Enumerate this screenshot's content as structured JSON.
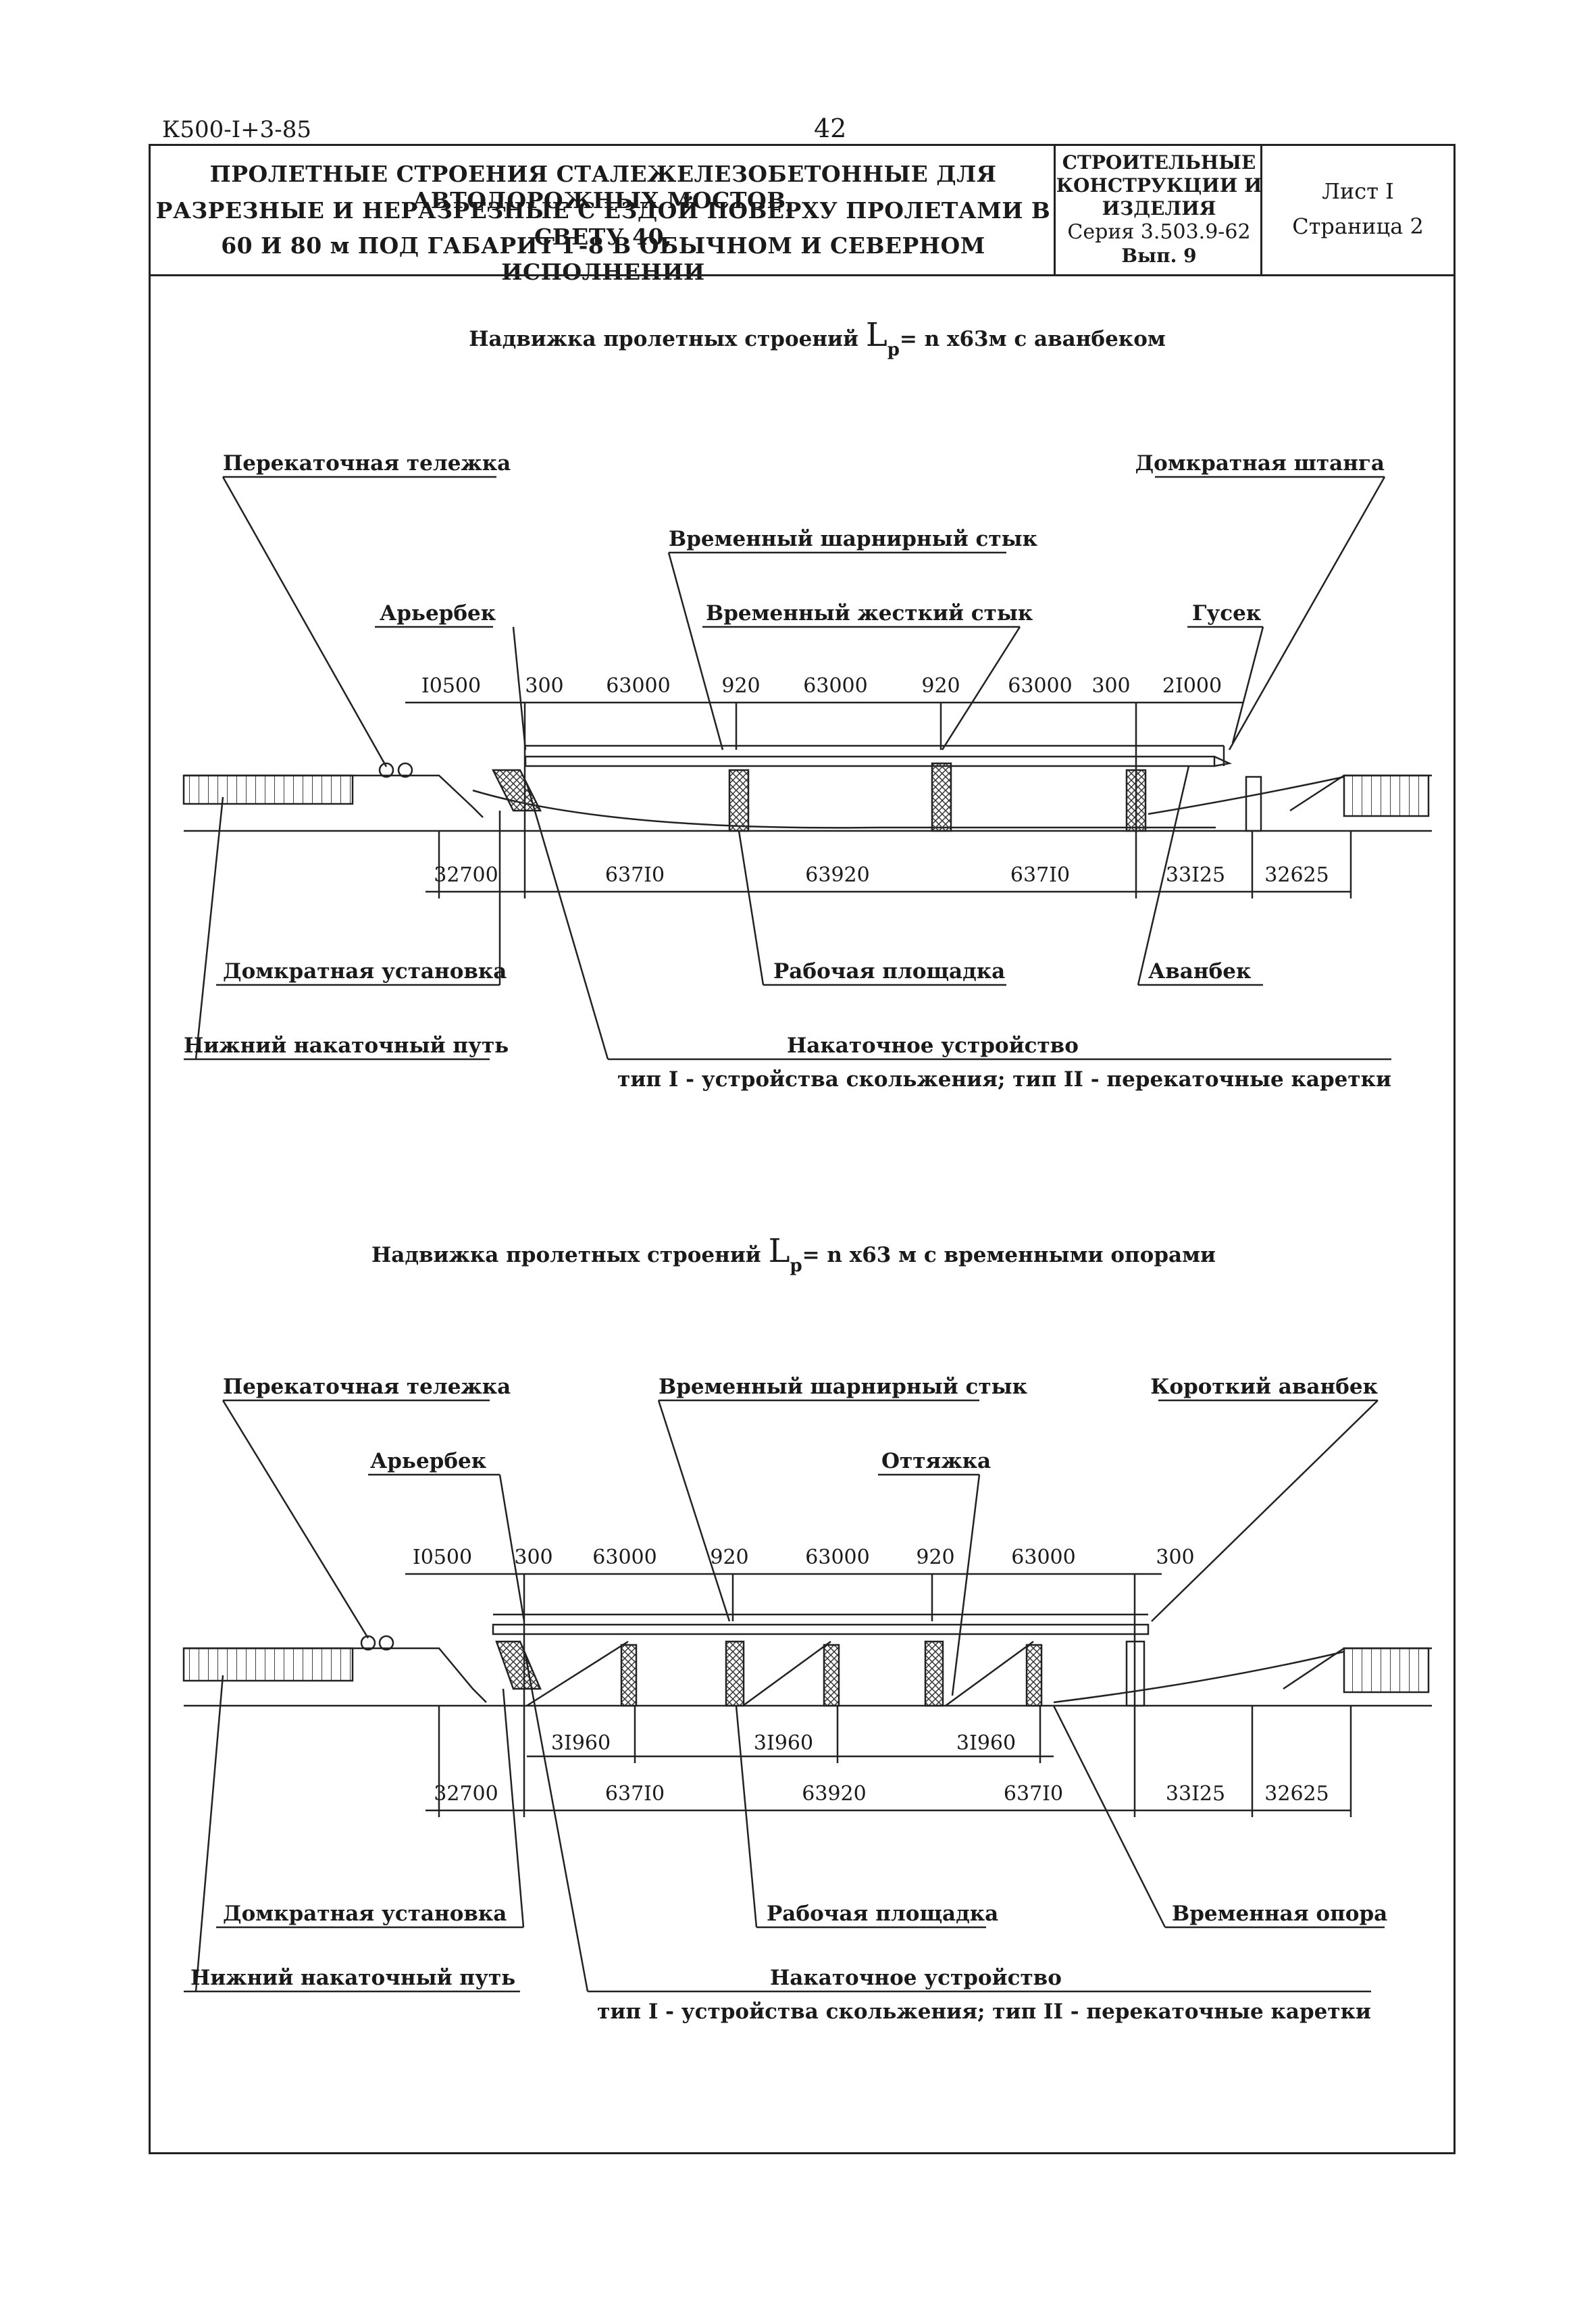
{
  "header": {
    "code": "К500-I+3-85",
    "page_number": "42"
  },
  "title_block": {
    "title_lines": [
      "ПРОЛЕТНЫЕ СТРОЕНИЯ СТАЛЕЖЕЛЕЗОБЕТОННЫЕ ДЛЯ АВТОДОРОЖНЫХ МОСТОВ,",
      "РАЗРЕЗНЫЕ И НЕРАЗРЕЗНЫЕ С ЕЗДОЙ ПОВЕРХУ ПРОЛЕТАМИ В СВЕТУ 40,",
      "60 И 80 м ПОД ГАБАРИТ Г-8 В ОБЫЧНОМ И СЕВЕРНОМ ИСПОЛНЕНИИ"
    ],
    "category_lines": [
      "СТРОИТЕЛЬНЫЕ",
      "КОНСТРУКЦИИ И",
      "ИЗДЕЛИЯ"
    ],
    "series": "Серия 3.503.9-62",
    "issue": "Вып. 9",
    "sheet": "Лист I",
    "page": "Страница 2"
  },
  "diagram1": {
    "title_pre": "Надвижка пролетных строений ",
    "title_L": "L",
    "title_sub": "р",
    "title_post": "= n x63м с аванбеком",
    "labels": {
      "trolley": "Перекаточная тележка",
      "jack_rod": "Домкратная штанга",
      "hinge_joint": "Временный шарнирный стык",
      "rear_beak": "Арьербек",
      "rigid_joint": "Временный жесткий стык",
      "gooseneck": "Гусек",
      "jack_unit": "Домкратная установка",
      "work_platform": "Рабочая площадка",
      "nose": "Аванбек",
      "lower_track": "Нижний накаточный путь",
      "rolling_device": "Накаточное устройство",
      "rolling_types": "тип I - устройства скольжения; тип II - перекаточные каретки"
    },
    "top_dims": [
      "I0500",
      "300",
      "63000",
      "920",
      "63000",
      "920",
      "63000",
      "300",
      "2I000"
    ],
    "bottom_dims": [
      "32700",
      "637I0",
      "63920",
      "637I0",
      "33I25",
      "32625"
    ]
  },
  "diagram2": {
    "title_pre": "Надвижка пролетных строений ",
    "title_L": "L",
    "title_sub": "р",
    "title_post": "= n x63 м с временными опорами",
    "labels": {
      "trolley": "Перекаточная тележка",
      "hinge_joint": "Временный шарнирный стык",
      "short_nose": "Короткий аванбек",
      "rear_beak": "Арьербек",
      "guy": "Оттяжка",
      "jack_unit": "Домкратная установка",
      "work_platform": "Рабочая площадка",
      "temp_support": "Временная опора",
      "lower_track": "Нижний накаточный путь",
      "rolling_device": "Накаточное устройство",
      "rolling_types": "тип I - устройства скольжения; тип II - перекаточные каретки"
    },
    "top_dims": [
      "I0500",
      "300",
      "63000",
      "920",
      "63000",
      "920",
      "63000",
      "300"
    ],
    "mid_dims": [
      "3I960",
      "3I960",
      "3I960"
    ],
    "bottom_dims": [
      "32700",
      "637I0",
      "63920",
      "637I0",
      "33I25",
      "32625"
    ]
  }
}
